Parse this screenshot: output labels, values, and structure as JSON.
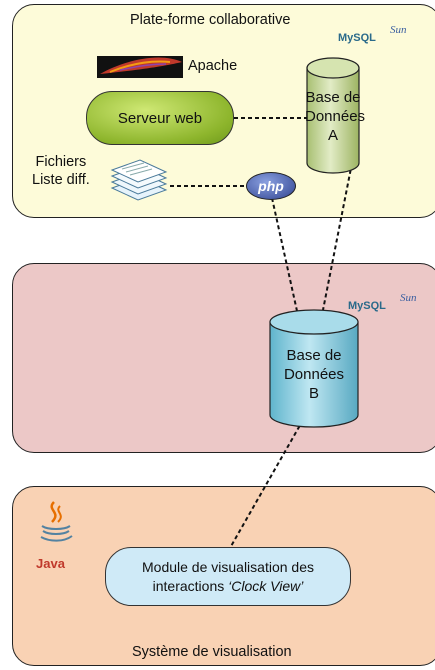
{
  "top_panel": {
    "title": "Plate-forme collaborative"
  },
  "apache": {
    "label": "Apache"
  },
  "serveur_web": {
    "label": "Serveur web"
  },
  "db_a": {
    "line1": "Base de",
    "line2": "Données",
    "line3": "A"
  },
  "fichiers": {
    "line1": "Fichiers",
    "line2": "Liste diff."
  },
  "php": {
    "label": "php"
  },
  "mysql_logo": {
    "text": "MySQL",
    "sun": "Sun"
  },
  "db_b": {
    "line1": "Base de",
    "line2": "Données",
    "line3": "B"
  },
  "java": {
    "label": "Java"
  },
  "module": {
    "line1": "Module de visualisation des",
    "line2_prefix": "interactions ",
    "line2_em": "‘Clock View’"
  },
  "bottom_panel": {
    "title": "Système de visualisation"
  },
  "colors": {
    "top_panel": "#fdfbd9",
    "mid_panel": "#ecc8c7",
    "bottom_panel": "#f9d2b4",
    "db_a": "#c6d89a",
    "db_b": "#8fcfe0",
    "serveur_web": "#8db52c",
    "module": "#cfeaf7"
  }
}
